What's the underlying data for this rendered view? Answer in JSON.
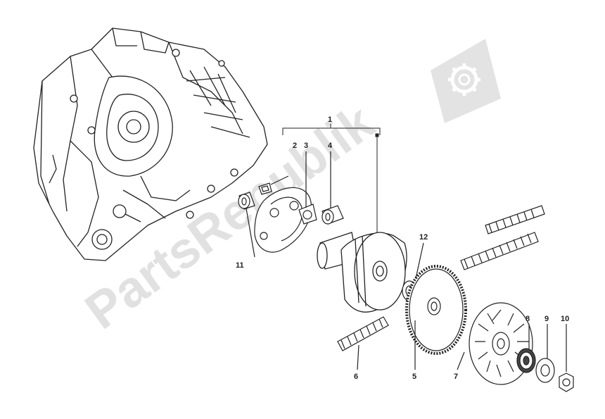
{
  "diagram": {
    "callouts": [
      {
        "id": "1",
        "label": "1"
      },
      {
        "id": "2",
        "label": "2"
      },
      {
        "id": "3",
        "label": "3"
      },
      {
        "id": "4",
        "label": "4"
      },
      {
        "id": "5",
        "label": "5"
      },
      {
        "id": "6",
        "label": "6"
      },
      {
        "id": "7",
        "label": "7"
      },
      {
        "id": "8",
        "label": "8"
      },
      {
        "id": "9",
        "label": "9"
      },
      {
        "id": "10",
        "label": "10"
      },
      {
        "id": "11",
        "label": "11"
      },
      {
        "id": "12",
        "label": "12"
      }
    ]
  },
  "watermark": {
    "text": "PartsRepublik",
    "color": "#c8c8c8",
    "icon": "gear-flag-icon"
  },
  "colors": {
    "line": "#222222",
    "watermark": "#cccccc"
  }
}
